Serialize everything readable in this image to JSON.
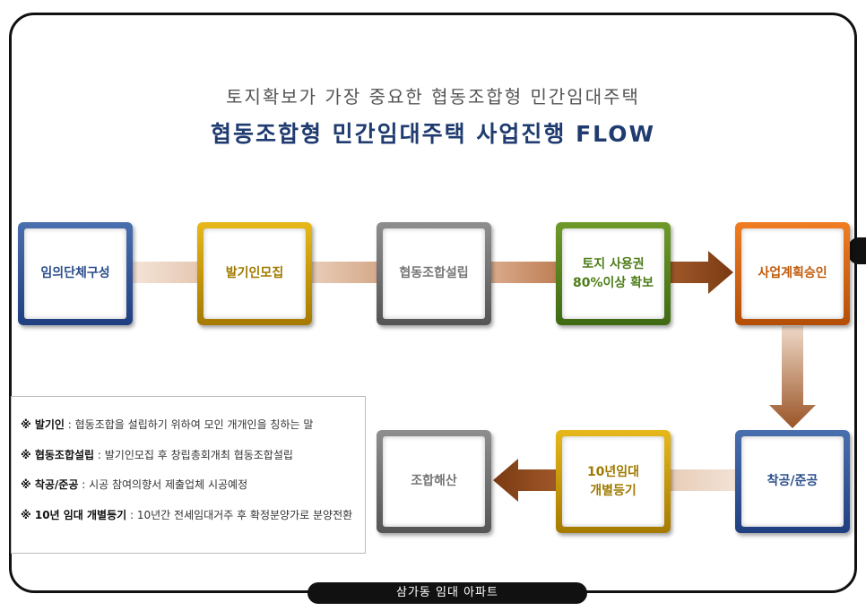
{
  "header": {
    "subtitle": "토지확보가 가장 중요한 협동조합형 민간임대주택",
    "title": "협동조합형 민간임대주택 사업진행 FLOW"
  },
  "steps": [
    {
      "label": "임의단체구성",
      "color": "blue"
    },
    {
      "label": "발기인모집",
      "color": "gold"
    },
    {
      "label": "협동조합설립",
      "color": "gray"
    },
    {
      "label": "토지 사용권\n80%이상 확보",
      "color": "green"
    },
    {
      "label": "사업계획승인",
      "color": "orange"
    },
    {
      "label": "착공/준공",
      "color": "blue"
    },
    {
      "label": "10년임대\n개별등기",
      "color": "gold"
    },
    {
      "label": "조합해산",
      "color": "gray"
    }
  ],
  "legend": [
    {
      "term": "※ 발기인",
      "desc": " : 협동조합을 설립하기 위하여 모인 개개인을 칭하는 말"
    },
    {
      "term": "※ 협동조합설립",
      "desc": " : 발기인모집 후 창립총회개최 협동조합설립"
    },
    {
      "term": "※ 착공/준공",
      "desc": " : 시공 참여의향서 제출업체 시공예정"
    },
    {
      "term": "※ 10년 임대 개별등기",
      "desc": " : 10년간 전세임대거주 후 확정분양가로 분양전환"
    }
  ],
  "footer": {
    "label": "삼가동 임대 아파트"
  },
  "colors": {
    "blue": "#2b4e8c",
    "gold": "#c99a00",
    "gray": "#6e6e6e",
    "green": "#4d7d18",
    "orange": "#d9650f",
    "arrow": "#8a4a1c",
    "title": "#1f3b70"
  }
}
